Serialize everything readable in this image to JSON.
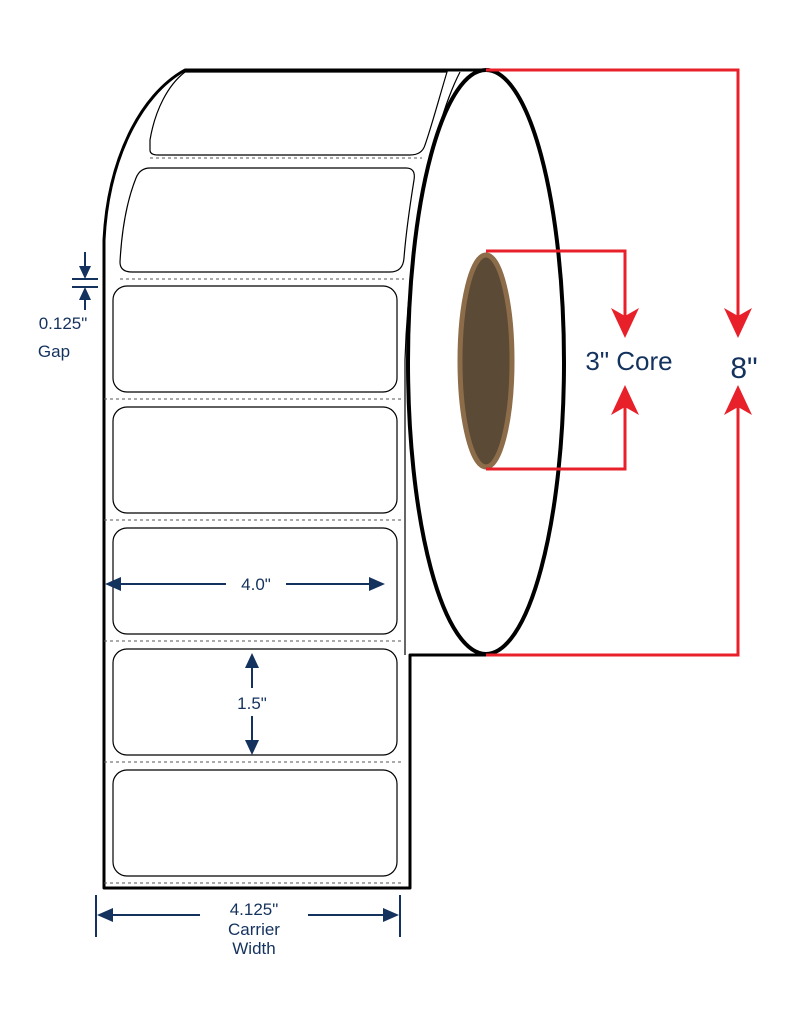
{
  "colors": {
    "dimension_navy": "#14325e",
    "dimension_red": "#e8202a",
    "core_fill": "#5b4a36",
    "core_ring": "#8c6c49",
    "outline": "#000000"
  },
  "labels": {
    "gap_value": "0.125\"",
    "gap_word": "Gap",
    "label_width": "4.0\"",
    "label_height": "1.5\"",
    "carrier_value": "4.125\"",
    "carrier_word": "Carrier",
    "width_word": "Width",
    "core": "3\" Core",
    "roll_diameter": "8\""
  },
  "icons": {
    "arrowheads": "arrow-icon",
    "core": "core-icon"
  }
}
